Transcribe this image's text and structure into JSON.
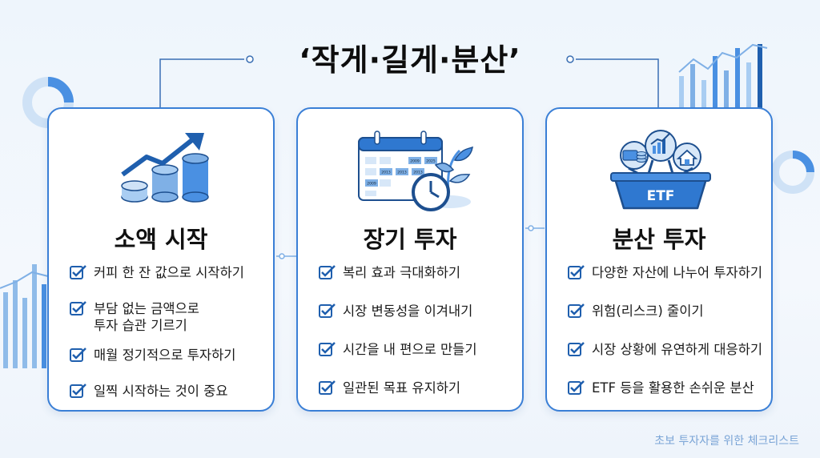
{
  "title": "‘작게·길게·분산’",
  "cards": [
    {
      "heading": "소액 시작",
      "icon": "coins-growth-icon",
      "items": [
        "커피 한 잔 값으로 시작하기",
        "부담 없는 금액으로\n투자 습관 기르기",
        "매월 정기적으로 투자하기",
        "일찍 시작하는 것이 중요"
      ]
    },
    {
      "heading": "장기 투자",
      "icon": "calendar-clock-plant-icon",
      "calendar_years": [
        "2009",
        "2025",
        "2013",
        "2013",
        "2013",
        "2009"
      ],
      "items": [
        "복리 효과 극대화하기",
        "시장 변동성을 이겨내기",
        "시간을 내 편으로 만들기",
        "일관된 목표 유지하기"
      ]
    },
    {
      "heading": "분산 투자",
      "icon": "etf-basket-icon",
      "basket_label": "ETF",
      "items": [
        "다양한 자산에 나누어 투자하기",
        "위험(리스크) 줄이기",
        "시장 상황에 유연하게 대응하기",
        "ETF 등을 활용한 손쉬운 분산"
      ]
    }
  ],
  "footer": "초보 투자자를 위한 체크리스트",
  "colors": {
    "accent": "#3a7fd6",
    "dark_blue": "#1f5fae",
    "light_blue": "#a9cdf2",
    "title": "#0d0d0d"
  }
}
